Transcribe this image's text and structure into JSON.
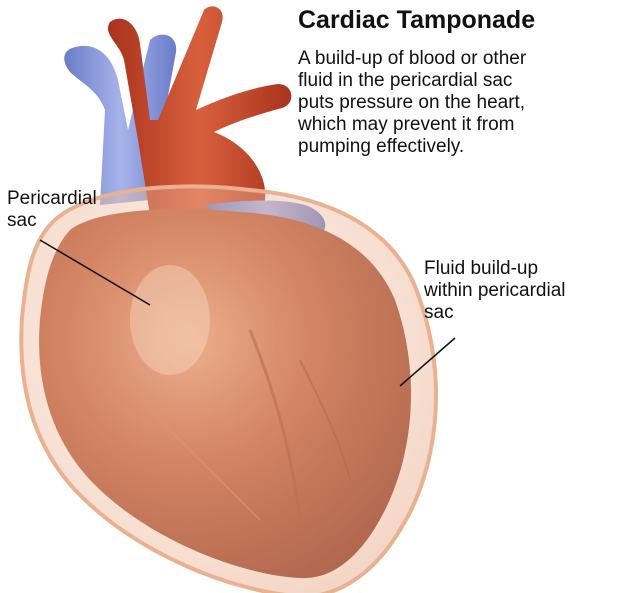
{
  "title": "Cardiac Tamponade",
  "description_lines": [
    "A build-up of blood or other",
    "fluid in the pericardial sac",
    "puts pressure on the heart,",
    "which may prevent it from",
    "pumping effectively."
  ],
  "labels": {
    "pericardial_sac": [
      "Pericardial",
      "sac"
    ],
    "fluid_buildup": [
      "Fluid build-up",
      "within pericardial",
      "sac"
    ]
  },
  "colors": {
    "vein_blue": "#7e8fd6",
    "artery_red": "#c9452a",
    "heart_muscle": "#b5502e",
    "pericardial_fluid": "#f0c0a0"
  }
}
